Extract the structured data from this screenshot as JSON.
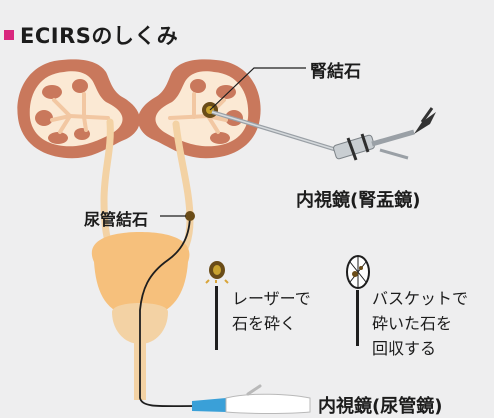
{
  "title": "ECIRSのしくみ",
  "colors": {
    "accent": "#d9277e",
    "kidney": "#c9785c",
    "kidney_inner": "#fbe9d4",
    "bladder": "#f6c07c",
    "ureter": "#f3d2a4",
    "background": "#eeeeef"
  },
  "labels": {
    "kidney_stone": "腎結石",
    "ureter_stone": "尿管結石",
    "nephroscope": "内視鏡(腎盂鏡)",
    "ureteroscope": "内視鏡(尿管鏡)"
  },
  "notes": {
    "laser": [
      "レーザーで",
      "石を砕く"
    ],
    "basket": [
      "バスケットで",
      "砕いた石を",
      "回収する"
    ]
  }
}
